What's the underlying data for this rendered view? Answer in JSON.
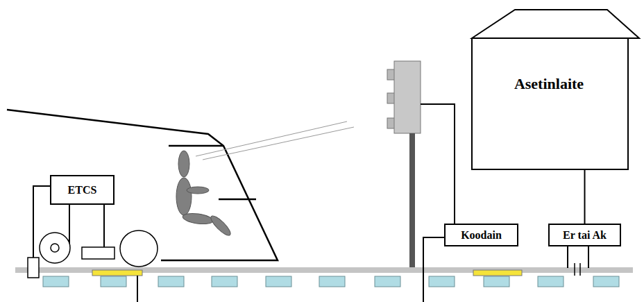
{
  "diagram": {
    "nodes": [
      {
        "text": [
          "ETCS"
        ]
      },
      {
        "text": [
          "Asetinlaite"
        ]
      },
      {
        "text": [
          "Koodain"
        ]
      },
      {
        "text": [
          "Er tai Ak"
        ]
      }
    ],
    "edges": [
      {
        "from": 1,
        "to": 3,
        "arrow": "none"
      }
    ]
  }
}
